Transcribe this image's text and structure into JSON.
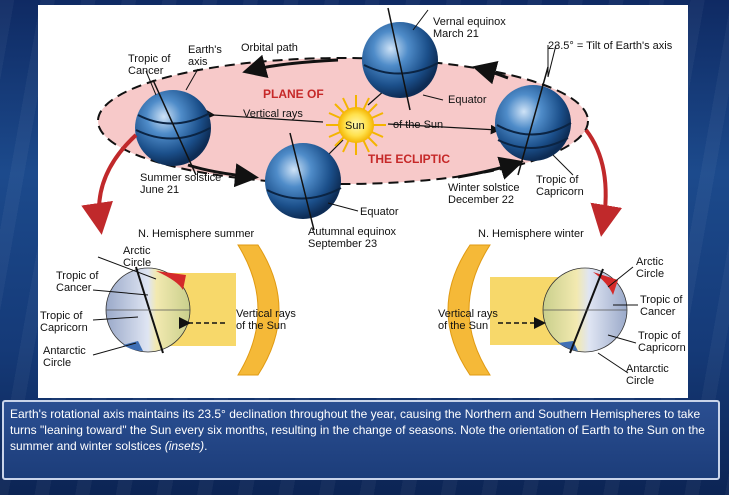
{
  "colors": {
    "plane": "#f7c9c9",
    "plane_text": "#c62828",
    "rays": "#f7d86a",
    "sun_core": "#ffe14d",
    "globe": "#1d5a96",
    "arrow_red": "#c0292b",
    "caption_bg": "#1f4283"
  },
  "labels": {
    "tropic_cancer_top": "Tropic of\nCancer",
    "earth_axis": "Earth's\naxis",
    "orbital_path": "Orbital path",
    "vernal": "Vernal equinox\nMarch 21",
    "tilt": "23.5° = Tilt of Earth's axis",
    "plane_of": "PLANE OF",
    "the_ecliptic": "THE ECLIPTIC",
    "vertical_rays_top": "Vertical rays",
    "sun": "Sun",
    "of_the_sun": "of the Sun",
    "equator_right": "Equator",
    "equator_bottom": "Equator",
    "summer_solstice": "Summer solstice\nJune 21",
    "winter_solstice": "Winter solstice\nDecember 22",
    "tropic_capricorn_right": "Tropic of\nCapricorn",
    "autumnal": "Autumnal equinox\nSeptember 23",
    "nh_summer": "N. Hemisphere summer",
    "nh_winter": "N. Hemisphere winter",
    "left_arctic": "Arctic\nCircle",
    "left_tropic_cancer": "Tropic of\nCancer",
    "left_tropic_capricorn": "Tropic of\nCapricorn",
    "left_antarctic": "Antarctic\nCircle",
    "left_vertical_rays": "Vertical rays\nof the Sun",
    "right_vertical_rays": "Vertical rays\nof the Sun",
    "right_arctic": "Arctic\nCircle",
    "right_tropic_cancer": "Tropic of\nCancer",
    "right_tropic_capricorn": "Tropic of\nCapricorn",
    "right_antarctic": "Antarctic\nCircle"
  },
  "caption": {
    "text_main": "Earth's rotational axis maintains its 23.5° declination throughout the year, causing the Northern and Southern Hemispheres to take turns \"leaning toward\" the Sun every six months, resulting in the change of seasons. Note the orientation of Earth to the Sun on the summer and winter solstices ",
    "text_italic": "(insets)",
    "text_end": "."
  }
}
